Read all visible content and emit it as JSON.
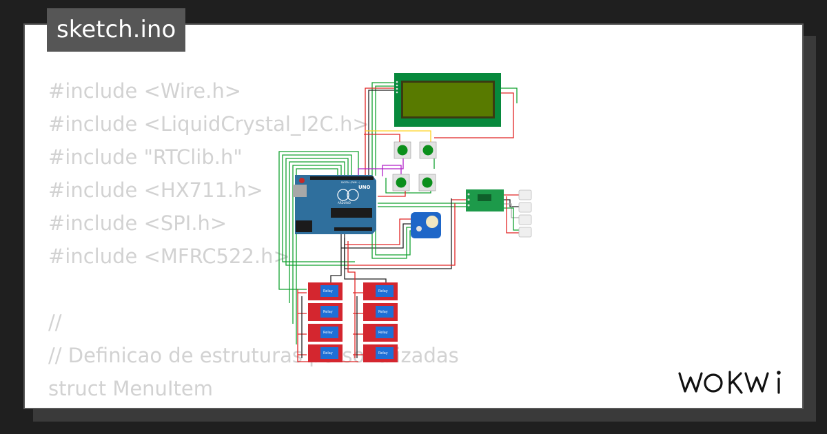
{
  "sketch": {
    "filename": "sketch.ino"
  },
  "code_lines": [
    "#include <Wire.h>",
    "#include <LiquidCrystal_I2C.h>",
    "#include \"RTClib.h\"",
    "#include <HX711.h>",
    "#include <SPI.h>",
    "#include <MFRC522.h>",
    "",
    "//",
    "// Definicao de estruturas personalizadas",
    "struct MenuItem",
    "{"
  ],
  "board": {
    "brand": "ARDUINO",
    "model": "UNO",
    "digital_label": "DIGITAL (PWM ~)"
  },
  "relay": {
    "label": "Relay"
  },
  "brand_logo": "WOKWI",
  "colors": {
    "background": "#1f1f1f",
    "card": "#ffffff",
    "tab": "#565656",
    "code_text": "#d2d2d2",
    "lcd_pcb": "#07893c",
    "lcd_screen": "#587a00",
    "arduino": "#2f6f9d",
    "relay": "#d4262f",
    "button": "#0b8f1c",
    "hx711": "#1d9a4a",
    "wire_green": "#11a12f",
    "wire_red": "#e12424",
    "wire_black": "#222222"
  }
}
